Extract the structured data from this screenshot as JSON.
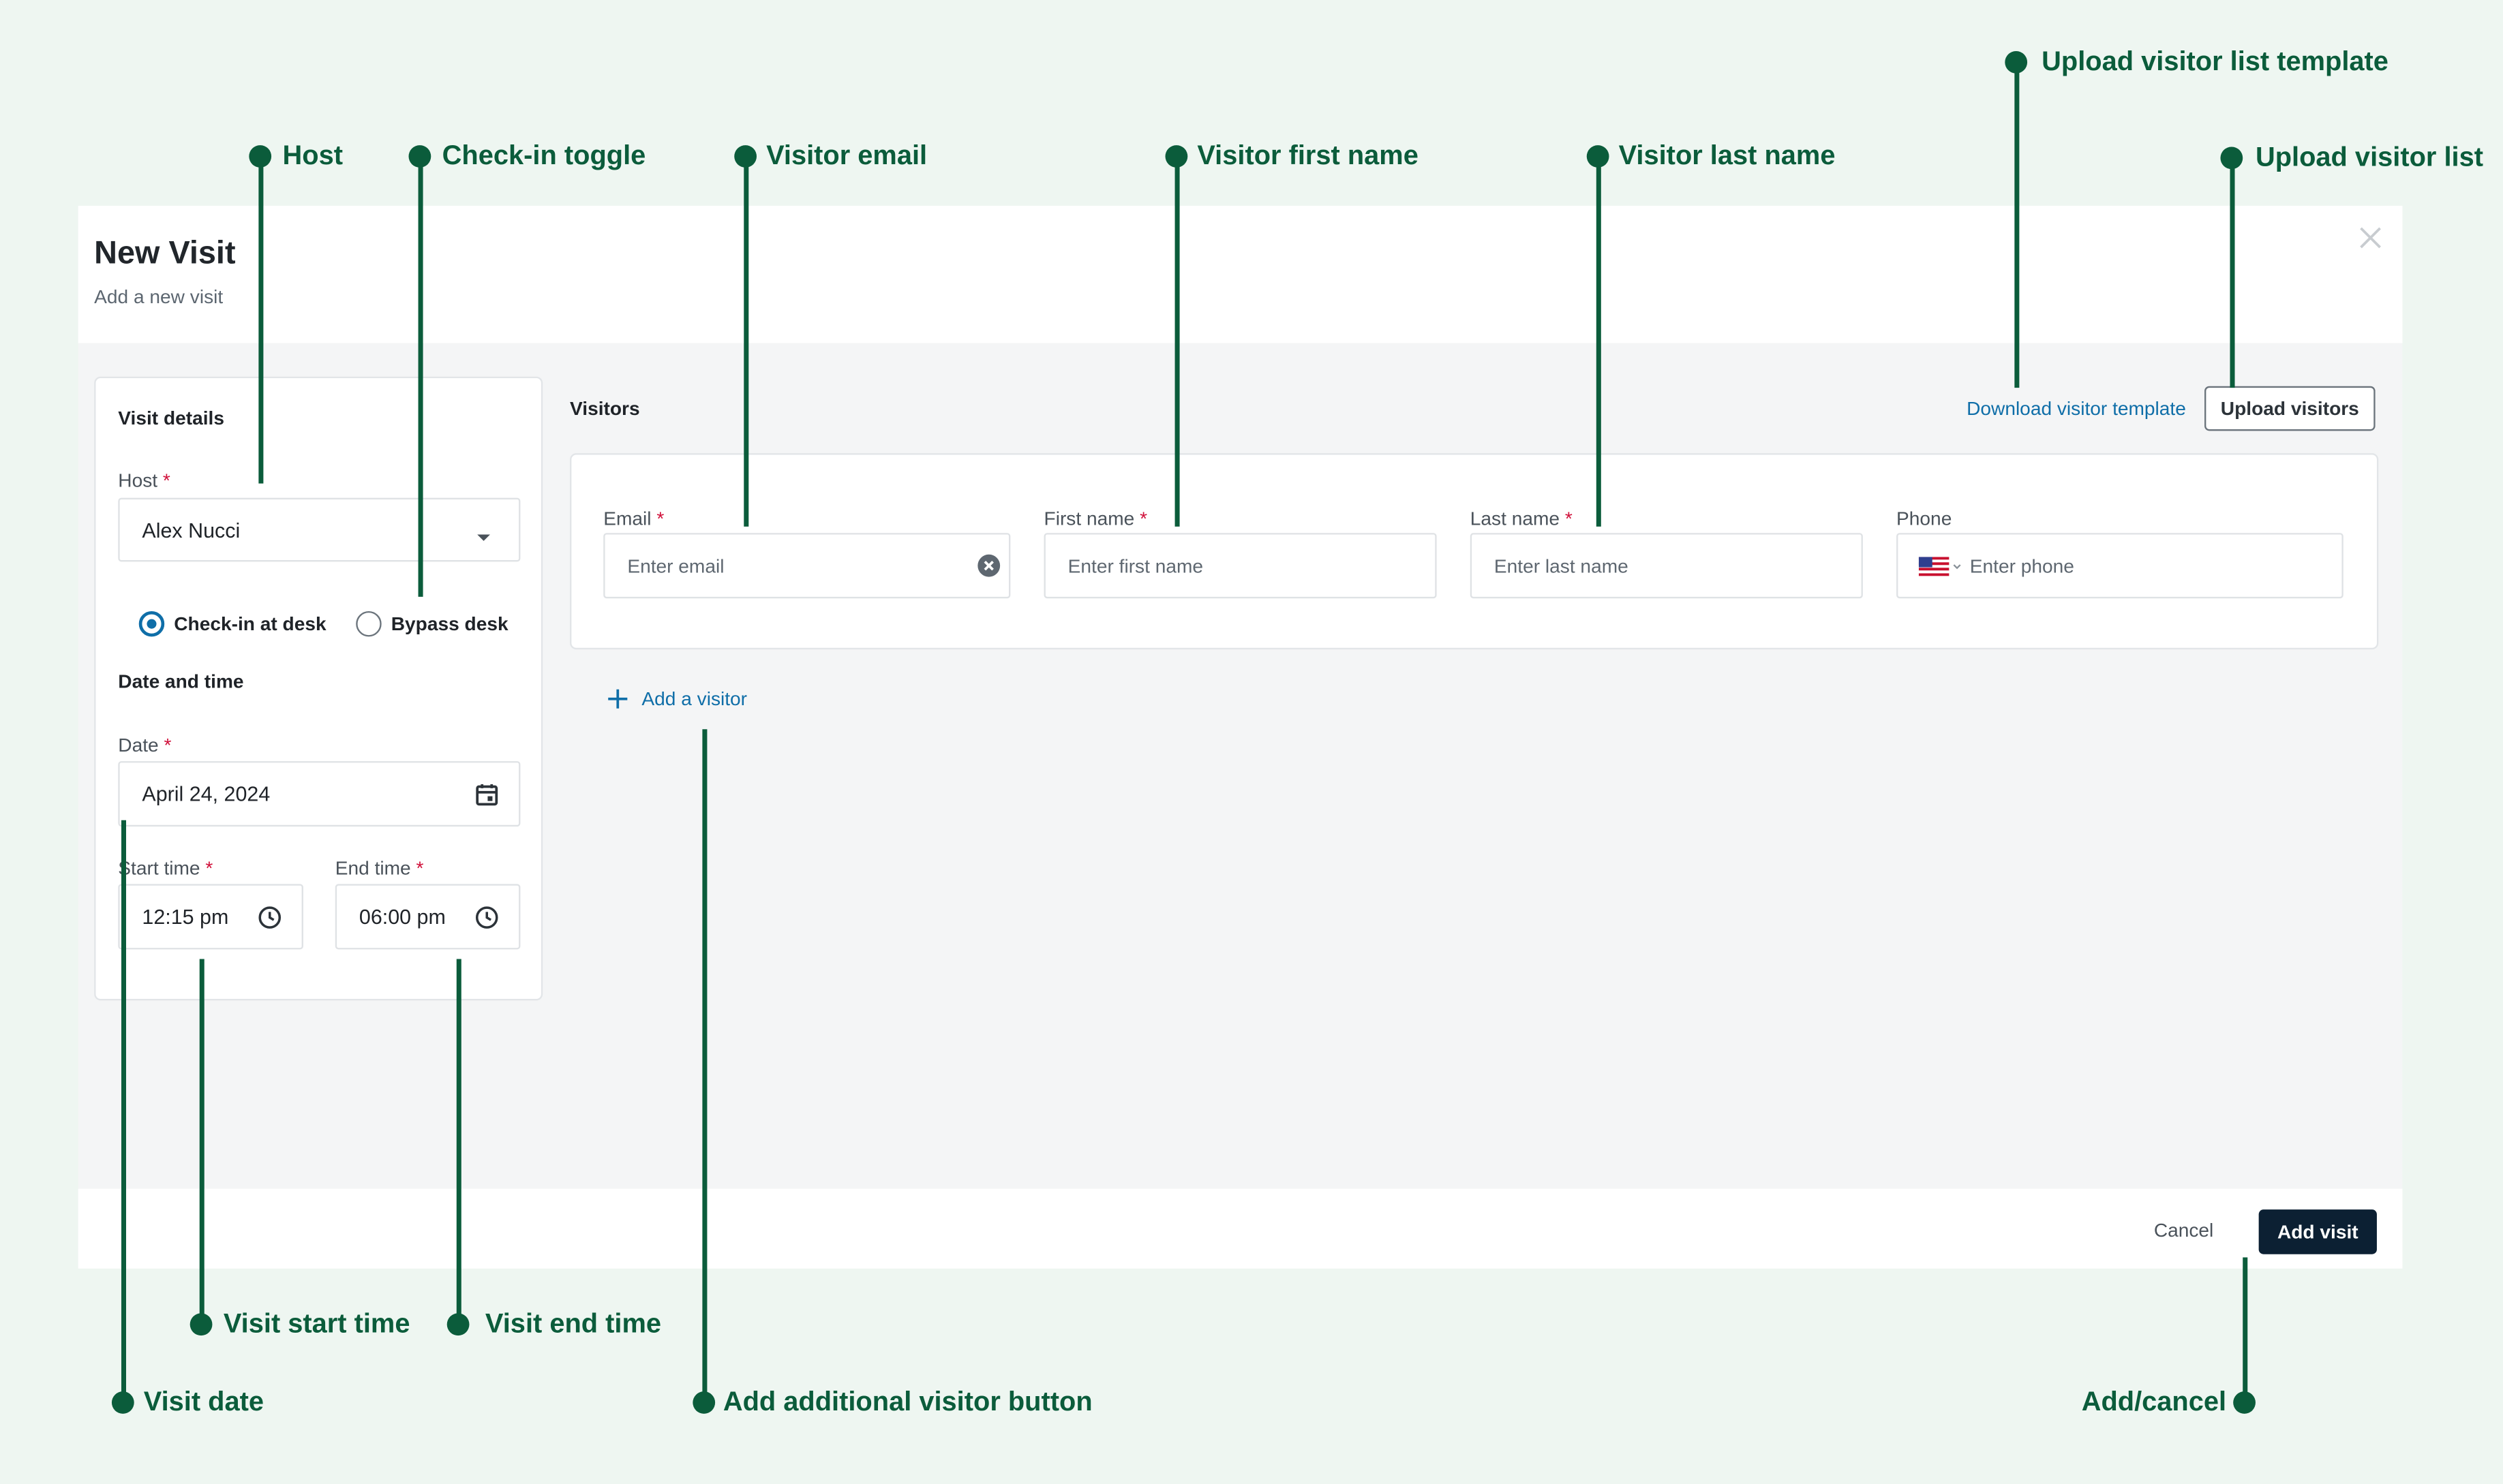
{
  "modal": {
    "title": "New Visit",
    "subtitle": "Add a new visit",
    "close_icon": "close-icon"
  },
  "visit_details": {
    "title": "Visit details",
    "host_label": "Host",
    "host_value": "Alex Nucci",
    "checkin_options": [
      {
        "label": "Check-in at desk",
        "selected": true
      },
      {
        "label": "Bypass desk",
        "selected": false
      }
    ],
    "date_time_title": "Date and time",
    "date_label": "Date",
    "date_value": "April 24, 2024",
    "start_label": "Start time",
    "start_value": "12:15 pm",
    "end_label": "End time",
    "end_value": "06:00 pm"
  },
  "visitors": {
    "title": "Visitors",
    "download_template_link": "Download visitor template",
    "upload_button": "Upload visitors",
    "email_label": "Email",
    "email_placeholder": "Enter email",
    "first_name_label": "First name",
    "first_name_placeholder": "Enter first name",
    "last_name_label": "Last name",
    "last_name_placeholder": "Enter last name",
    "phone_label": "Phone",
    "phone_placeholder": "Enter phone",
    "add_visitor_link": "Add a visitor"
  },
  "footer": {
    "cancel": "Cancel",
    "add_visit": "Add visit"
  },
  "required_marker": "*",
  "annotations": {
    "host": "Host",
    "checkin_toggle": "Check-in toggle",
    "visitor_email": "Visitor email",
    "visitor_first_name": "Visitor first name",
    "visitor_last_name": "Visitor last name",
    "upload_template": "Upload visitor list template",
    "upload_list": "Upload visitor list",
    "visit_start_time": "Visit start time",
    "visit_end_time": "Visit end time",
    "visit_date": "Visit date",
    "add_additional_visitor": "Add additional visitor button",
    "add_cancel": "Add/cancel"
  },
  "colors": {
    "background": "#eef6f1",
    "annotation": "#0b5c3b",
    "primary_button": "#0c2033",
    "link": "#0f6ea8",
    "required": "#d0103a"
  }
}
